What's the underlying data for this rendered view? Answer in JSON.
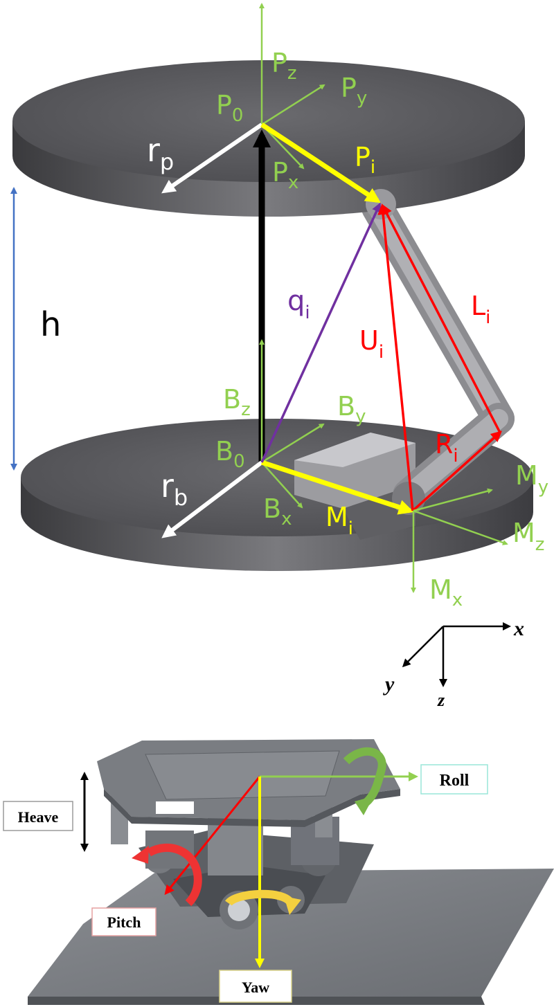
{
  "colors": {
    "green": "#92d050",
    "yellow": "#ffff00",
    "red": "#ff0000",
    "purple": "#7030a0",
    "blue": "#4472c4",
    "white": "#ffffff",
    "black": "#000000",
    "plate": "#5a5a5e"
  },
  "upper": {
    "p0": {
      "main": "P",
      "sub": "0"
    },
    "pz": {
      "main": "P",
      "sub": "z"
    },
    "py": {
      "main": "P",
      "sub": "y"
    },
    "px": {
      "main": "P",
      "sub": "x"
    },
    "pi": {
      "main": "P",
      "sub": "i"
    },
    "rp": {
      "main": "r",
      "sub": "p"
    },
    "h": "h",
    "qi": {
      "main": "q",
      "sub": "i"
    },
    "li": {
      "main": "L",
      "sub": "i"
    },
    "ui": {
      "main": "U",
      "sub": "i"
    },
    "ri": {
      "main": "R",
      "sub": "i"
    },
    "bz": {
      "main": "B",
      "sub": "z"
    },
    "by": {
      "main": "B",
      "sub": "y"
    },
    "b0": {
      "main": "B",
      "sub": "0"
    },
    "bx": {
      "main": "B",
      "sub": "x"
    },
    "rb": {
      "main": "r",
      "sub": "b"
    },
    "mi": {
      "main": "M",
      "sub": "i"
    },
    "my": {
      "main": "M",
      "sub": "y"
    },
    "mz": {
      "main": "M",
      "sub": "z"
    },
    "mx": {
      "main": "M",
      "sub": "x"
    }
  },
  "axes": {
    "x": "x",
    "y": "y",
    "z": "z"
  },
  "lower": {
    "heave": "Heave",
    "roll": "Roll",
    "pitch": "Pitch",
    "yaw": "Yaw"
  }
}
